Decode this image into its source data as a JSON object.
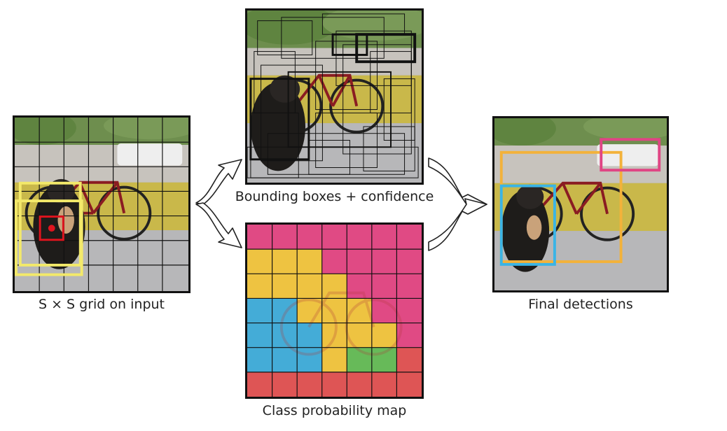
{
  "captions": {
    "grid_input": "S × S grid on input",
    "bboxes": "Bounding boxes + confidence",
    "class_map": "Class probability map",
    "final": "Final detections"
  },
  "colors": {
    "yellow_box": "#f3e96a",
    "red_cell": "#e0141e",
    "orange_box": "#f3b23a",
    "blue_box": "#3ab4e6",
    "pink_box": "#e04584",
    "class_pink": "#e23c7c",
    "class_yellow": "#f2c232",
    "class_blue": "#35a9d8",
    "class_green": "#5cb84c",
    "class_red": "#e04848"
  },
  "class_map_grid": [
    [
      "P",
      "P",
      "P",
      "P",
      "P",
      "P",
      "P"
    ],
    [
      "Y",
      "Y",
      "Y",
      "P",
      "P",
      "P",
      "P"
    ],
    [
      "Y",
      "Y",
      "Y",
      "Y",
      "P",
      "P",
      "P"
    ],
    [
      "B",
      "B",
      "Y",
      "Y",
      "Y",
      "P",
      "P"
    ],
    [
      "B",
      "B",
      "B",
      "Y",
      "Y",
      "Y",
      "P"
    ],
    [
      "B",
      "B",
      "B",
      "Y",
      "G",
      "G",
      "R"
    ],
    [
      "R",
      "R",
      "R",
      "R",
      "R",
      "R",
      "R"
    ]
  ]
}
